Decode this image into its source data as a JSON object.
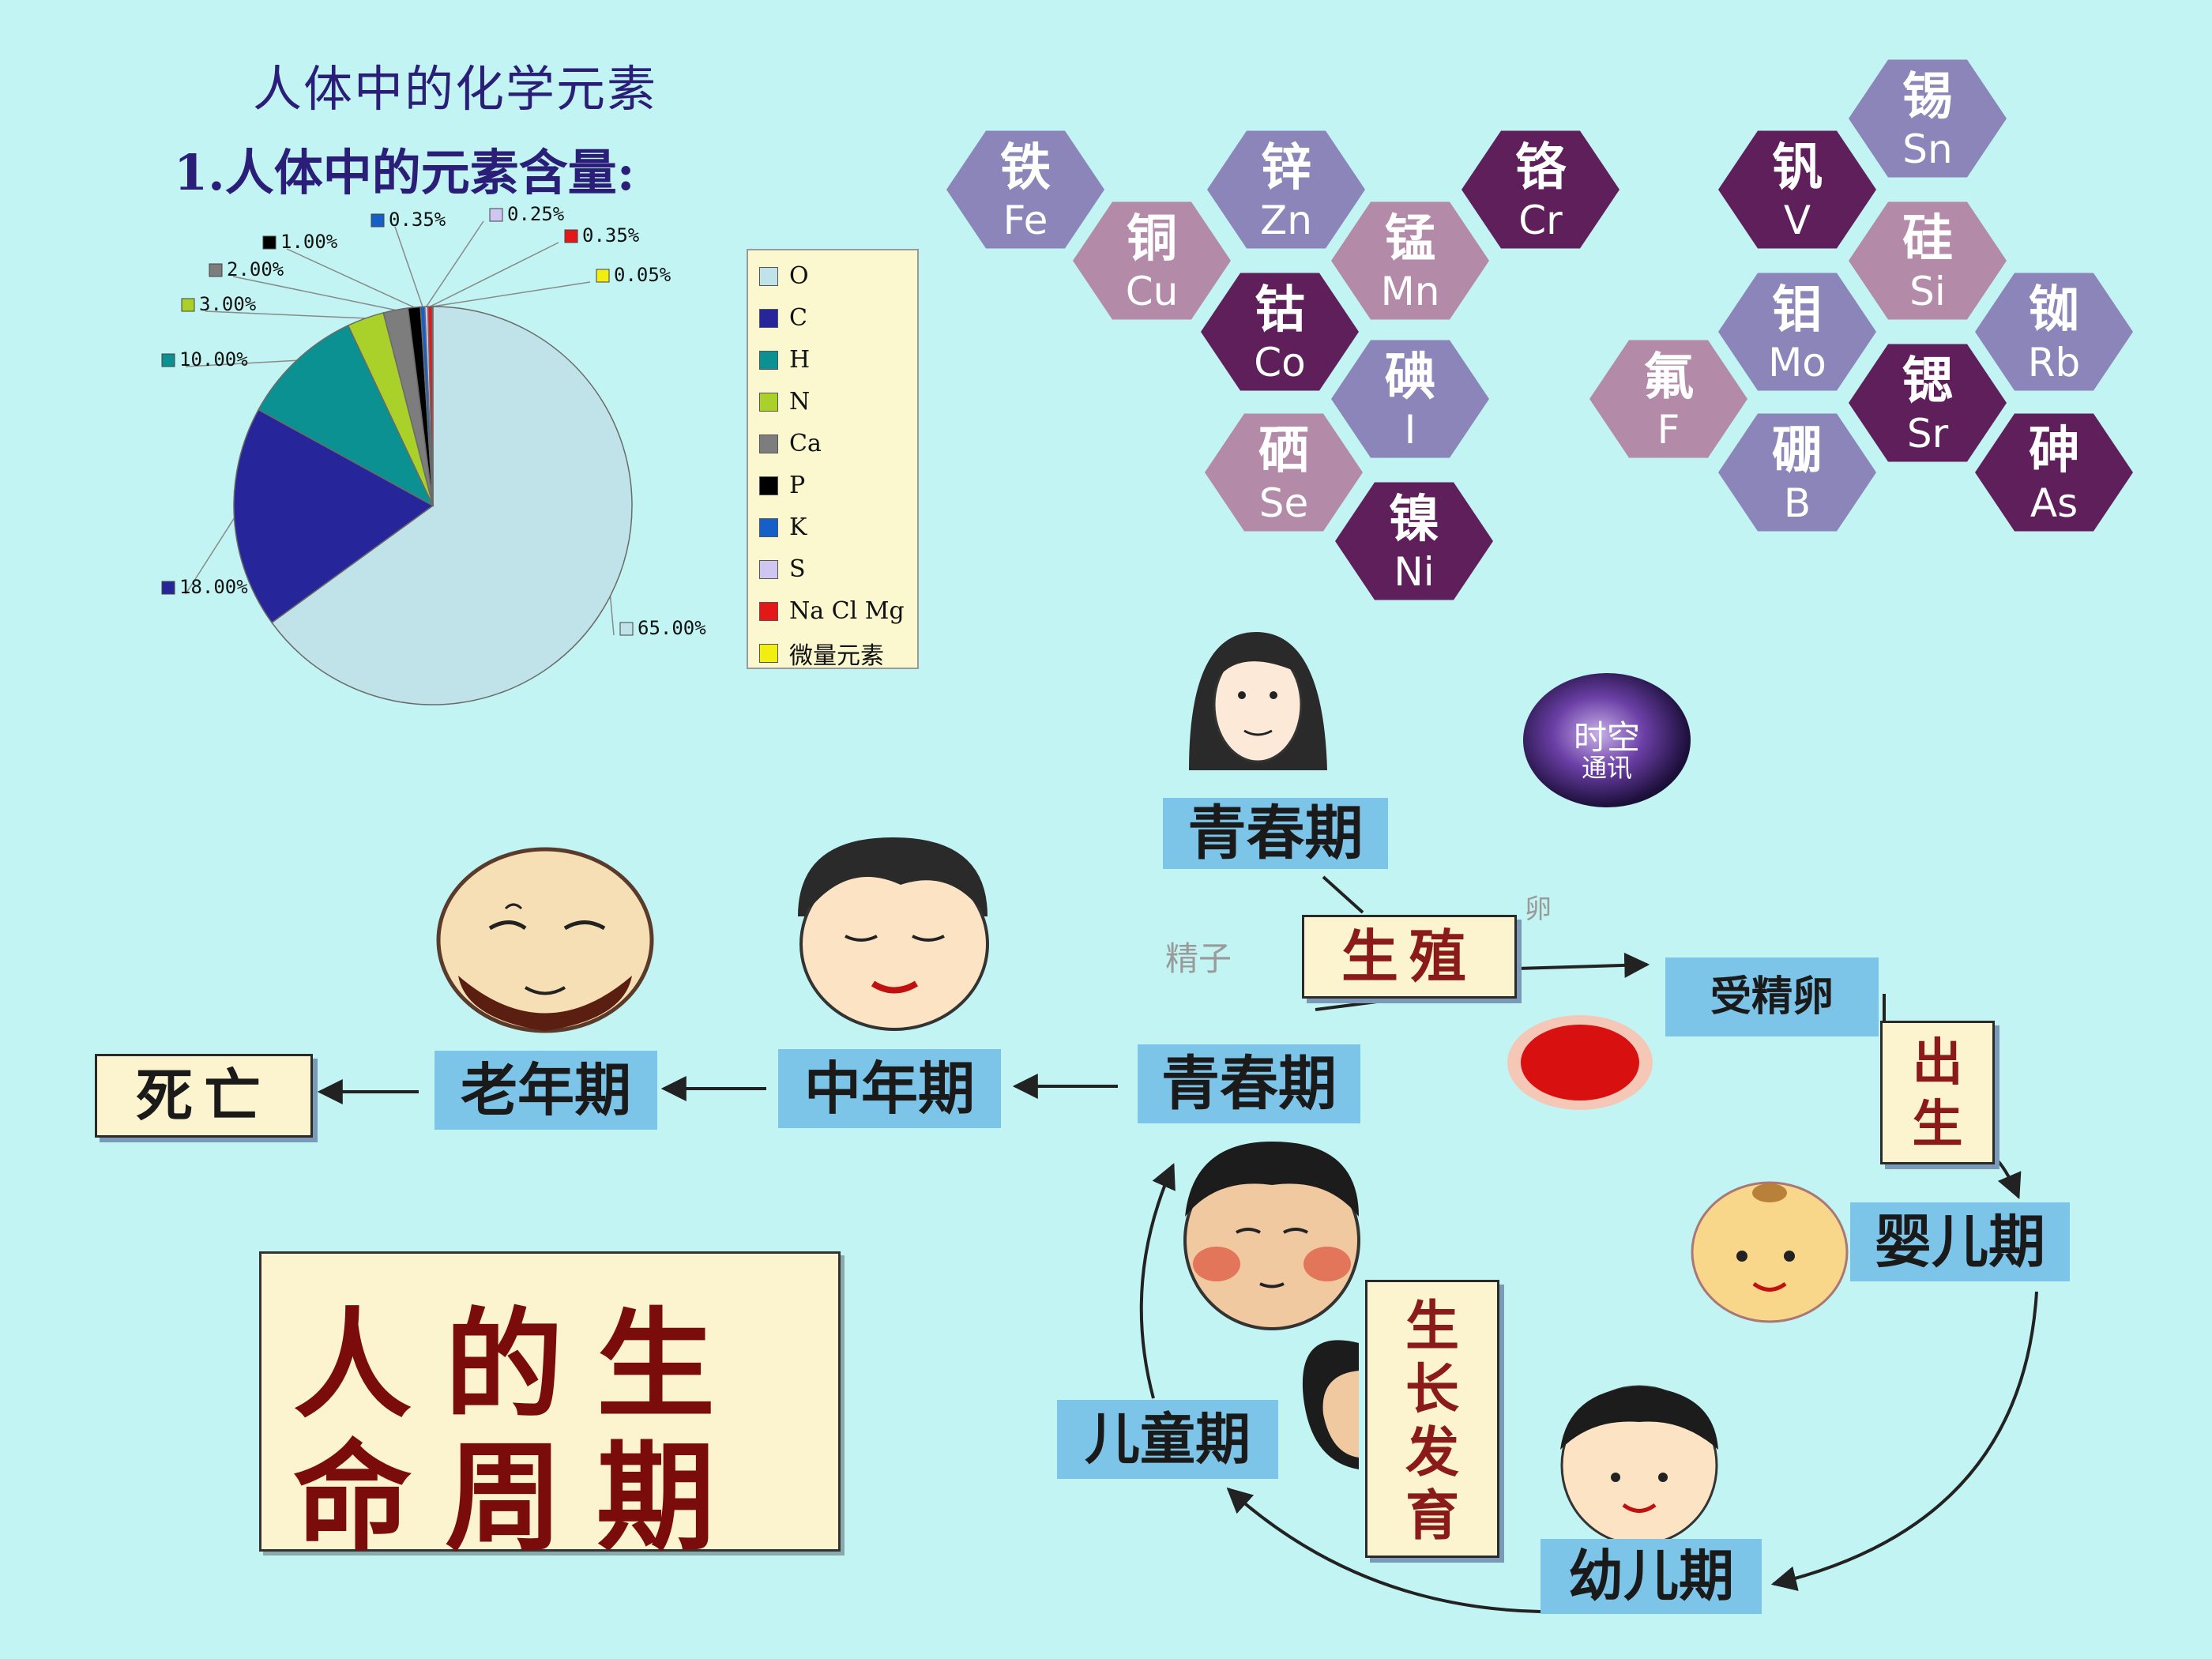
{
  "heading": {
    "title": "人体中的化学元素",
    "subtitle": "1.人体中的元素含量:"
  },
  "chart_data": {
    "type": "pie",
    "slices": [
      {
        "label": "O",
        "value": 65.0,
        "value_label": "65.00%",
        "color": "#bfe3e8"
      },
      {
        "label": "C",
        "value": 18.0,
        "value_label": "18.00%",
        "color": "#26259a"
      },
      {
        "label": "H",
        "value": 10.0,
        "value_label": "10.00%",
        "color": "#0b9191"
      },
      {
        "label": "N",
        "value": 3.0,
        "value_label": "3.00%",
        "color": "#a9d12a"
      },
      {
        "label": "Ca",
        "value": 2.0,
        "value_label": "2.00%",
        "color": "#7d7d7d"
      },
      {
        "label": "P",
        "value": 1.0,
        "value_label": "1.00%",
        "color": "#000000"
      },
      {
        "label": "K",
        "value": 0.35,
        "value_label": "0.35%",
        "color": "#1560c8"
      },
      {
        "label": "S",
        "value": 0.25,
        "value_label": "0.25%",
        "color": "#cfc6f2"
      },
      {
        "label": "Na Cl Mg",
        "value": 0.35,
        "value_label": "0.35%",
        "color": "#e41818"
      },
      {
        "label": "微量元素",
        "value": 0.05,
        "value_label": "0.05%",
        "color": "#f2ee12"
      }
    ],
    "legend_position": "right"
  },
  "elements": [
    {
      "symbol": "铁",
      "latin": "Fe",
      "shade": "light"
    },
    {
      "symbol": "铜",
      "latin": "Cu",
      "shade": "pink"
    },
    {
      "symbol": "锌",
      "latin": "Zn",
      "shade": "light"
    },
    {
      "symbol": "锰",
      "latin": "Mn",
      "shade": "pink"
    },
    {
      "symbol": "铬",
      "latin": "Cr",
      "shade": "dark"
    },
    {
      "symbol": "钴",
      "latin": "Co",
      "shade": "dark"
    },
    {
      "symbol": "碘",
      "latin": "I",
      "shade": "light"
    },
    {
      "symbol": "硒",
      "latin": "Se",
      "shade": "pink"
    },
    {
      "symbol": "镍",
      "latin": "Ni",
      "shade": "dark"
    },
    {
      "symbol": "锡",
      "latin": "Sn",
      "shade": "light"
    },
    {
      "symbol": "钒",
      "latin": "V",
      "shade": "dark"
    },
    {
      "symbol": "硅",
      "latin": "Si",
      "shade": "pink"
    },
    {
      "symbol": "钼",
      "latin": "Mo",
      "shade": "light"
    },
    {
      "symbol": "铷",
      "latin": "Rb",
      "shade": "light"
    },
    {
      "symbol": "氟",
      "latin": "F",
      "shade": "pink"
    },
    {
      "symbol": "锶",
      "latin": "Sr",
      "shade": "dark"
    },
    {
      "symbol": "硼",
      "latin": "B",
      "shade": "light"
    },
    {
      "symbol": "砷",
      "latin": "As",
      "shade": "dark"
    }
  ],
  "hex_colors": {
    "light": "#8c85b9",
    "pink": "#b48aa9",
    "dark": "#5e1f5b"
  },
  "cycle": {
    "stages": {
      "youth_top": "青春期",
      "reproduction": "生殖",
      "fertilized_egg": "受精卵",
      "birth": "出生",
      "infancy": "婴儿期",
      "toddler": "幼儿期",
      "growth": "生长发育",
      "childhood": "儿童期",
      "youth_mid": "青春期",
      "middle_age": "中年期",
      "old_age": "老年期",
      "death": "死亡"
    },
    "faint_labels": {
      "sperm": "精子",
      "egg": "卵"
    }
  },
  "main_title": {
    "line1": "人的生",
    "line2": "命周期"
  },
  "badge": {
    "line1": "时空",
    "line2": "通讯"
  }
}
